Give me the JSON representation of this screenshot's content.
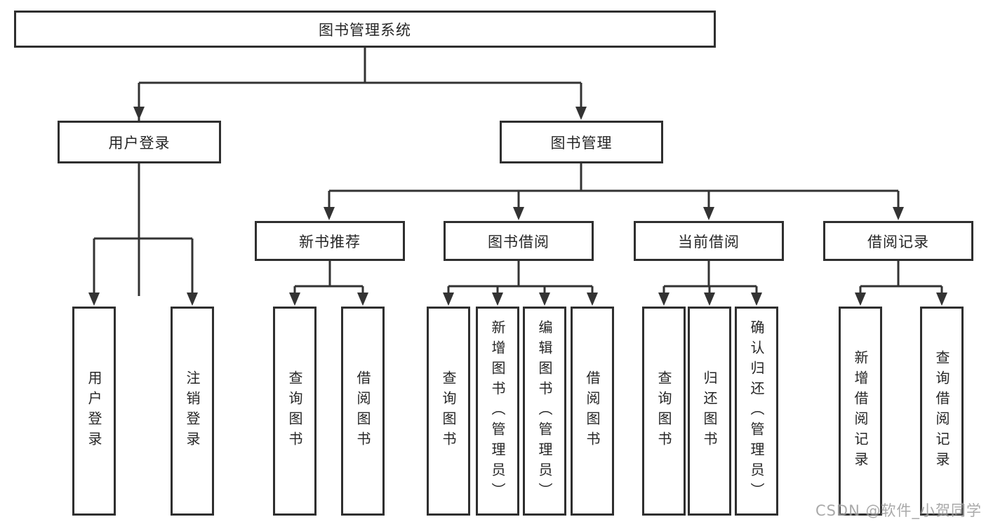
{
  "diagram": {
    "root": {
      "label": "图书管理系统"
    },
    "branches": [
      {
        "label": "用户登录",
        "children": [
          {
            "label": "用户登录"
          },
          {
            "label": "注销登录"
          }
        ]
      },
      {
        "label": "图书管理",
        "children": [
          {
            "label": "新书推荐",
            "children": [
              {
                "label": "查询图书"
              },
              {
                "label": "借阅图书"
              }
            ]
          },
          {
            "label": "图书借阅",
            "children": [
              {
                "label": "查询图书"
              },
              {
                "label": "新增图书（管理员）"
              },
              {
                "label": "编辑图书（管理员）"
              },
              {
                "label": "借阅图书"
              }
            ]
          },
          {
            "label": "当前借阅",
            "children": [
              {
                "label": "查询图书"
              },
              {
                "label": "归还图书"
              },
              {
                "label": "确认归还（管理员）"
              }
            ]
          },
          {
            "label": "借阅记录",
            "children": [
              {
                "label": "新增借阅记录"
              },
              {
                "label": "查询借阅记录"
              }
            ]
          }
        ]
      }
    ],
    "watermark": "CSDN @软件_小贺同学",
    "colors": {
      "line": "#333333",
      "border": "#2f2f2f",
      "text": "#262626",
      "watermark": "#9b9b9b"
    }
  }
}
